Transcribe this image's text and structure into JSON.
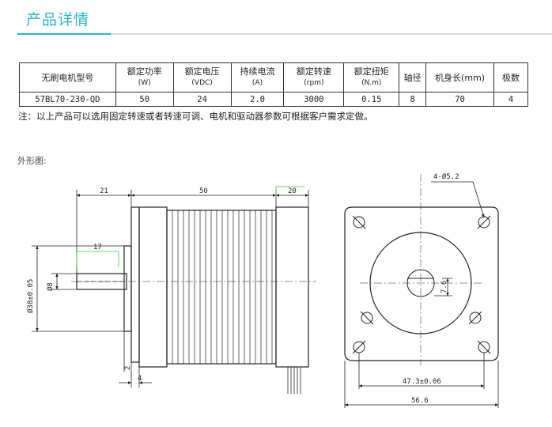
{
  "header": {
    "title": "产品详情"
  },
  "table": {
    "headers": [
      {
        "main": "无刷电机型号",
        "sub": ""
      },
      {
        "main": "额定功率",
        "sub": "(W)"
      },
      {
        "main": "额定电压",
        "sub": "(VDC)"
      },
      {
        "main": "持续电流",
        "sub": "(A)"
      },
      {
        "main": "额定转速",
        "sub": "(rpm)"
      },
      {
        "main": "额定扭矩",
        "sub": "(N.m)"
      },
      {
        "main": "轴径",
        "sub": ""
      },
      {
        "main": "机身长(mm)",
        "sub": ""
      },
      {
        "main": "极数",
        "sub": ""
      }
    ],
    "row": [
      "57BL70-230-QD",
      "50",
      "24",
      "2.0",
      "3000",
      "0.15",
      "8",
      "70",
      "4"
    ]
  },
  "note": "注：以上产品可以选用固定转速或者转速可调、电机和驱动器参数可根据客户需求定做。",
  "drawing": {
    "label": "外形图:",
    "side": {
      "dim_21": "21",
      "dim_50": "50",
      "dim_20": "20",
      "dim_17": "17",
      "dim_dia38": "Ø38±0.05",
      "dim_dia8": "Ø8",
      "dim_2": "2",
      "dim_4": "4"
    },
    "front": {
      "dim_holes": "4-Ø5.2",
      "dim_7_6": "7.6",
      "dim_47_3": "47.3±0.06",
      "dim_56_6": "56.6"
    }
  }
}
